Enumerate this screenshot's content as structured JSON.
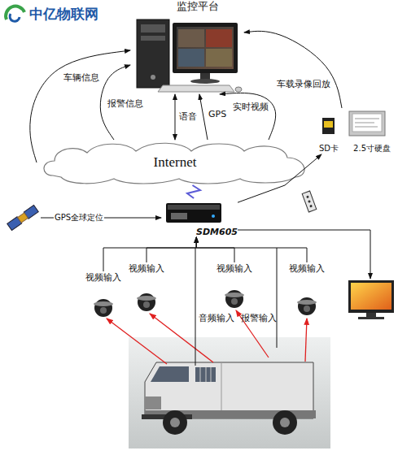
{
  "diagram": {
    "nodes": [
      {
        "text": [
          "监控平台"
        ]
      },
      {
        "text": [
          "Internet"
        ]
      },
      {
        "text": [
          "SDM605"
        ]
      },
      {
        "text": [
          "SD卡",
          "2.5寸硬盘"
        ]
      },
      {
        "text": [
          "视频输入"
        ]
      },
      {
        "text": [
          "视频输入"
        ]
      },
      {
        "text": [
          "视频输入"
        ]
      },
      {
        "text": [
          "视频输入"
        ]
      }
    ],
    "edges": [
      {
        "from": 1,
        "to": 0,
        "arrow": "to",
        "label": "车辆信息"
      },
      {
        "from": 1,
        "to": 0,
        "arrow": "to",
        "label": "报警信息"
      },
      {
        "from": 1,
        "to": 0,
        "arrow": "both",
        "label": "语音"
      },
      {
        "from": 1,
        "to": 0,
        "arrow": "to",
        "label": "GPS"
      },
      {
        "from": 1,
        "to": 0,
        "arrow": "to",
        "label": "实时视频"
      },
      {
        "from": 3,
        "to": 0,
        "arrow": "to",
        "label": "车载录像回放"
      },
      {
        "from": 2,
        "to": 1,
        "arrow": "none"
      },
      {
        "from": 2,
        "to": 3,
        "arrow": "to"
      },
      {
        "from": 4,
        "to": 2,
        "arrow": "to"
      },
      {
        "from": 5,
        "to": 2,
        "arrow": "to"
      },
      {
        "from": 6,
        "to": 2,
        "arrow": "to"
      },
      {
        "from": 7,
        "to": 2,
        "arrow": "to"
      }
    ],
    "labels": [
      "中亿物联网",
      "GPS全球定位",
      "音频输入",
      "报警输入"
    ]
  }
}
